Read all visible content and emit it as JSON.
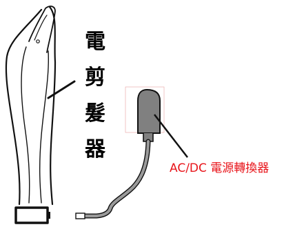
{
  "labels": {
    "clipper_chars": [
      "電",
      "剪",
      "髮",
      "器"
    ],
    "adapter": "AC/DC 電源轉換器"
  },
  "colors": {
    "label_text": "#000000",
    "adapter_label": "#e8141a",
    "outline": "#111111",
    "adapter_body": "#808080",
    "cable": "#9a9a9a",
    "guide_box": "#e8a0a0"
  }
}
